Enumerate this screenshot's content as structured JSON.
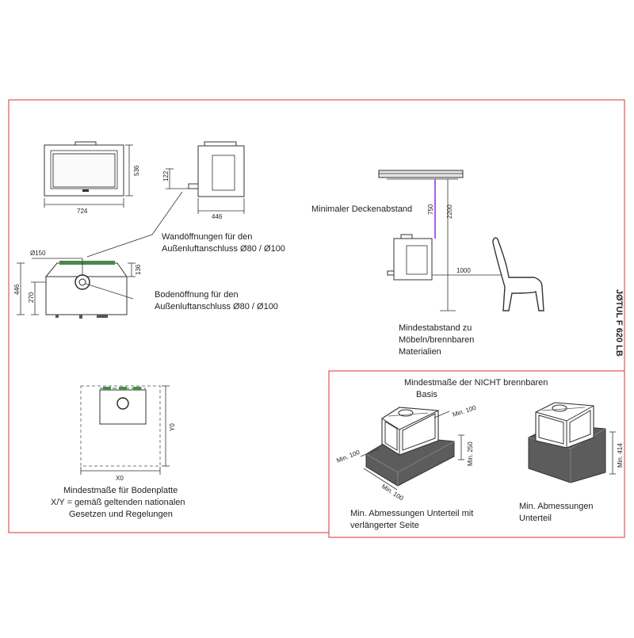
{
  "product_title": "JØTUL F 620 LB",
  "front_view": {
    "width_dim": "724",
    "height_dim": "536"
  },
  "side_view": {
    "width_dim": "446",
    "height_dim": "122"
  },
  "top_view": {
    "hole_dim": "Ø150",
    "depth_dim": "446",
    "offset_dim": "270",
    "side_dim": "136"
  },
  "notes": {
    "wall_opening_line1": "Wandöffnungen für den",
    "wall_opening_line2": "Außenluftanschluss Ø80 / Ø100",
    "floor_opening_line1": "Bodenöffnung für den",
    "floor_opening_line2": "Außenluftanschluss Ø80 / Ø100"
  },
  "clearances": {
    "ceiling_label": "Minimaler Deckenabstand",
    "ceiling_min": "750",
    "total_height": "2200",
    "furniture_dist": "1000",
    "furniture_line1": "Mindestabstand zu",
    "furniture_line2": "Möbeln/brennbaren",
    "furniture_line3": "Materialien"
  },
  "floor_plate": {
    "x_label": "X0",
    "y_label": "Y0",
    "caption_line1": "Mindestmaße für Bodenplatte",
    "caption_line2": "X/Y = gemäß geltenden nationalen",
    "caption_line3": "Gesetzen und Regelungen"
  },
  "base_box": {
    "title_line1": "Mindestmaße der NICHT brennbaren",
    "title_line2": "Basis",
    "min_100_a": "Min. 100",
    "min_100_b": "Min. 100",
    "min_100_c": "Min. 100",
    "min_250": "Min. 250",
    "min_414": "Min. 414",
    "caption_left_line1": "Min. Abmessungen Unterteil mit",
    "caption_left_line2": "verlängerter Seite",
    "caption_right_line1": "Min. Abmessungen",
    "caption_right_line2": "Unterteil"
  },
  "colors": {
    "frame": "#e03030",
    "accent_purple": "#8a2be2",
    "plate_green": "#4a8a4a",
    "base_grey": "#5c5c5c"
  }
}
